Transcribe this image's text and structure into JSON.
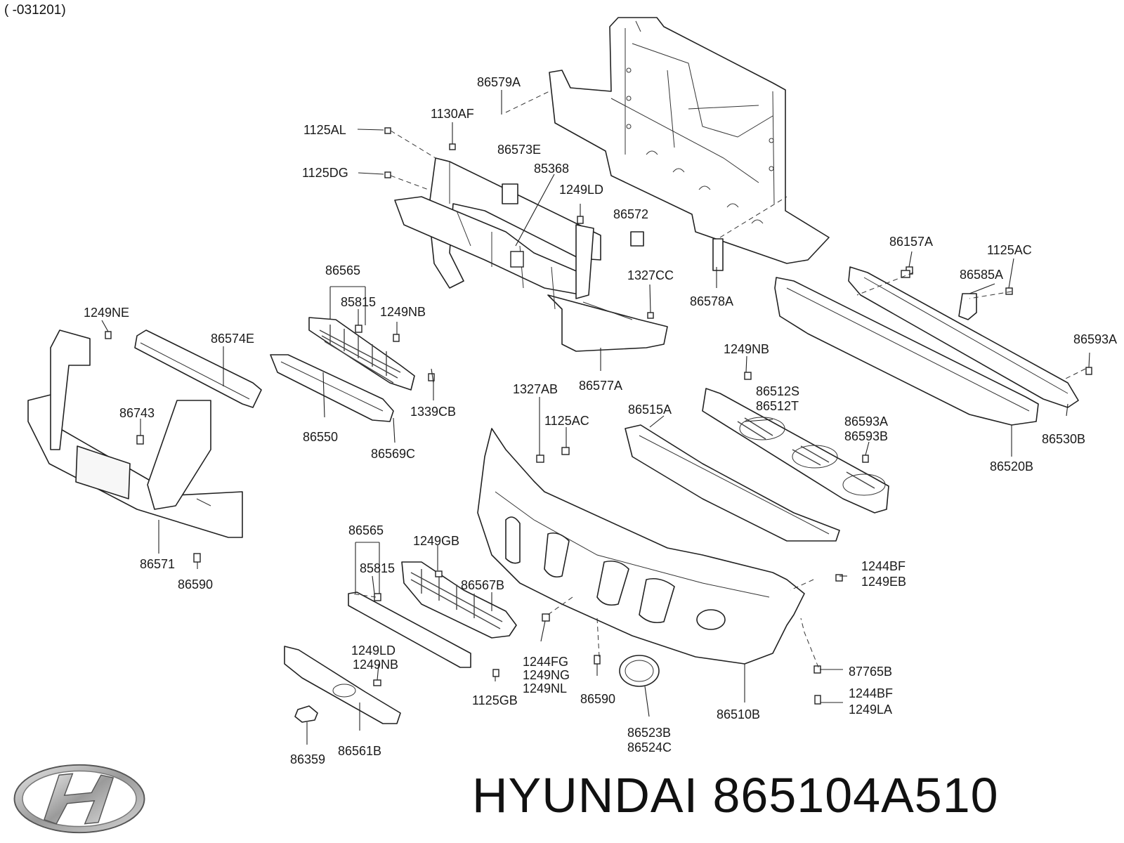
{
  "diagram": {
    "variant_note": "( -031201)",
    "brand": "HYUNDAI",
    "part_number": "865104A510",
    "callouts": [
      {
        "id": "c01",
        "text": "86579A"
      },
      {
        "id": "c02",
        "text": "1130AF"
      },
      {
        "id": "c03",
        "text": "1125AL"
      },
      {
        "id": "c04",
        "text": "86573E"
      },
      {
        "id": "c05",
        "text": "85368"
      },
      {
        "id": "c06",
        "text": "1125DG"
      },
      {
        "id": "c07",
        "text": "1249LD"
      },
      {
        "id": "c08",
        "text": "86572"
      },
      {
        "id": "c09",
        "text": "86565"
      },
      {
        "id": "c10",
        "text": "85815"
      },
      {
        "id": "c11",
        "text": "1249NB"
      },
      {
        "id": "c12",
        "text": "1249NE"
      },
      {
        "id": "c13",
        "text": "86574E"
      },
      {
        "id": "c14",
        "text": "1327CC"
      },
      {
        "id": "c15",
        "text": "86578A"
      },
      {
        "id": "c16",
        "text": "86157A"
      },
      {
        "id": "c17",
        "text": "1125AC"
      },
      {
        "id": "c18",
        "text": "86585A"
      },
      {
        "id": "c19",
        "text": "86593A"
      },
      {
        "id": "c20",
        "text": "1249NB"
      },
      {
        "id": "c21",
        "text": "86577A"
      },
      {
        "id": "c22",
        "text": "86743"
      },
      {
        "id": "c23",
        "text": "1339CB"
      },
      {
        "id": "c24",
        "text": "86550"
      },
      {
        "id": "c25",
        "text": "86569C"
      },
      {
        "id": "c26",
        "text": "1327AB"
      },
      {
        "id": "c27",
        "text": "1125AC"
      },
      {
        "id": "c28",
        "text": "86515A"
      },
      {
        "id": "c29",
        "text": "86512S"
      },
      {
        "id": "c30",
        "text": "86512T"
      },
      {
        "id": "c31",
        "text": "86593A"
      },
      {
        "id": "c32",
        "text": "86593B"
      },
      {
        "id": "c33",
        "text": "86530B"
      },
      {
        "id": "c34",
        "text": "86520B"
      },
      {
        "id": "c35",
        "text": "86571"
      },
      {
        "id": "c36",
        "text": "86590"
      },
      {
        "id": "c37",
        "text": "86565"
      },
      {
        "id": "c38",
        "text": "1249GB"
      },
      {
        "id": "c39",
        "text": "85815"
      },
      {
        "id": "c40",
        "text": "86567B"
      },
      {
        "id": "c41",
        "text": "1244BF"
      },
      {
        "id": "c42",
        "text": "1249EB"
      },
      {
        "id": "c43",
        "text": "1249LD"
      },
      {
        "id": "c44",
        "text": "1249NB"
      },
      {
        "id": "c45",
        "text": "1244FG"
      },
      {
        "id": "c46",
        "text": "1249NG"
      },
      {
        "id": "c47",
        "text": "1249NL"
      },
      {
        "id": "c48",
        "text": "1125GB"
      },
      {
        "id": "c49",
        "text": "86590"
      },
      {
        "id": "c50",
        "text": "87765B"
      },
      {
        "id": "c51",
        "text": "1244BF"
      },
      {
        "id": "c52",
        "text": "1249LA"
      },
      {
        "id": "c53",
        "text": "86510B"
      },
      {
        "id": "c54",
        "text": "86523B"
      },
      {
        "id": "c55",
        "text": "86524C"
      },
      {
        "id": "c56",
        "text": "86359"
      },
      {
        "id": "c57",
        "text": "86561B"
      }
    ]
  }
}
